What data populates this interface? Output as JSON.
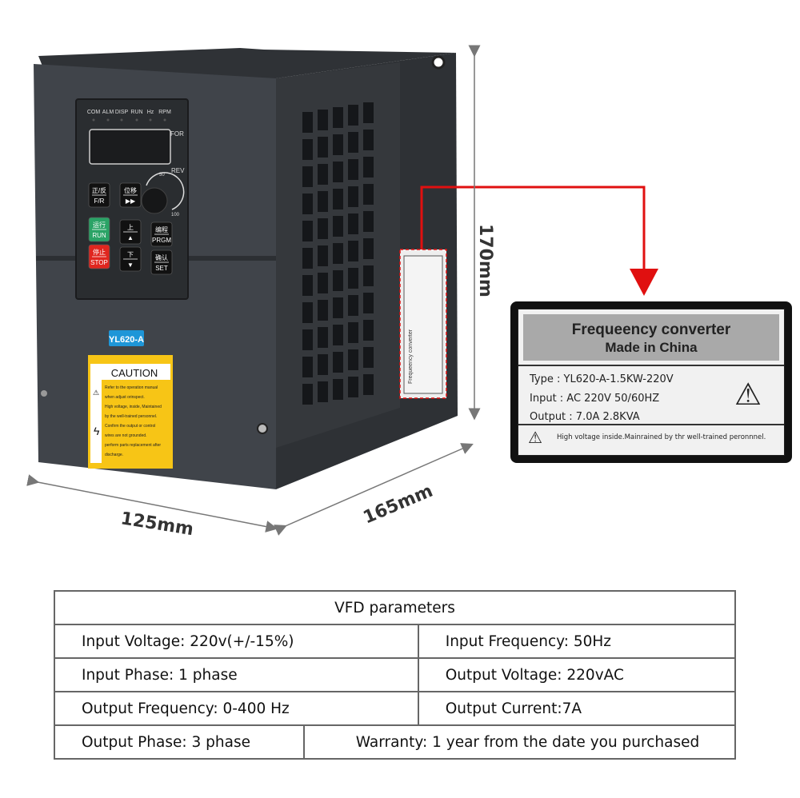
{
  "device": {
    "keypad": {
      "indicators": [
        "COM",
        "ALM",
        "DISP",
        "RUN",
        "Hz",
        "RPM"
      ],
      "for_label": "FOR",
      "rev_label": "REV",
      "knob_scale": [
        "50",
        "100"
      ],
      "buttons": [
        {
          "top": "正/反",
          "bottom": "F/R"
        },
        {
          "top": "位移",
          "bottom": "▶▶"
        },
        {
          "top": "运行",
          "bottom": "RUN"
        },
        {
          "top": "上",
          "bottom": "▲"
        },
        {
          "top": "编程",
          "bottom": "PRGM"
        },
        {
          "top": "停止",
          "bottom": "STOP"
        },
        {
          "top": "下",
          "bottom": "▼"
        },
        {
          "top": "确认",
          "bottom": "SET"
        }
      ]
    },
    "model_badge": "YL620-A",
    "caution": {
      "title": "CAUTION",
      "lines": [
        "Refer to the operation manual",
        "when adjust orinspect.",
        "High voltage, inside, Maintained",
        "by the well-trained personnel.",
        "Confirm the output or control",
        "wires are not grounded.",
        "perform parts replacement after",
        "discharge."
      ]
    },
    "colors": {
      "body": "#3a3d42",
      "run": "#2aa366",
      "stop": "#e0261f",
      "badge": "#1e96d8",
      "caution": "#f7c516",
      "arrow": "#e01010"
    }
  },
  "dimensions": {
    "height": "170mm",
    "width": "125mm",
    "depth": "165mm"
  },
  "nameplate": {
    "title": "Frequeency converter",
    "subtitle": "Made in China",
    "type": "Type : YL620-A-1.5KW-220V",
    "input": "Input : AC  220V   50/60HZ",
    "output": "Output : 7.0A  2.8KVA",
    "warning": "High voltage inside.Mainrained by thr well-trained peronnnel.",
    "icons": [
      "warning-triangle-icon",
      "high-voltage-icon"
    ]
  },
  "params": {
    "title": "VFD parameters",
    "rows": [
      [
        "Input Voltage: 220v(+/-15%)",
        "Input Frequency: 50Hz"
      ],
      [
        "Input Phase: 1 phase",
        "Output Voltage: 220vAC"
      ],
      [
        "Output Frequency: 0-400 Hz",
        "Output Current:7A"
      ],
      [
        "Output Phase: 3 phase",
        "Warranty: 1 year from the date you purchased"
      ]
    ]
  }
}
